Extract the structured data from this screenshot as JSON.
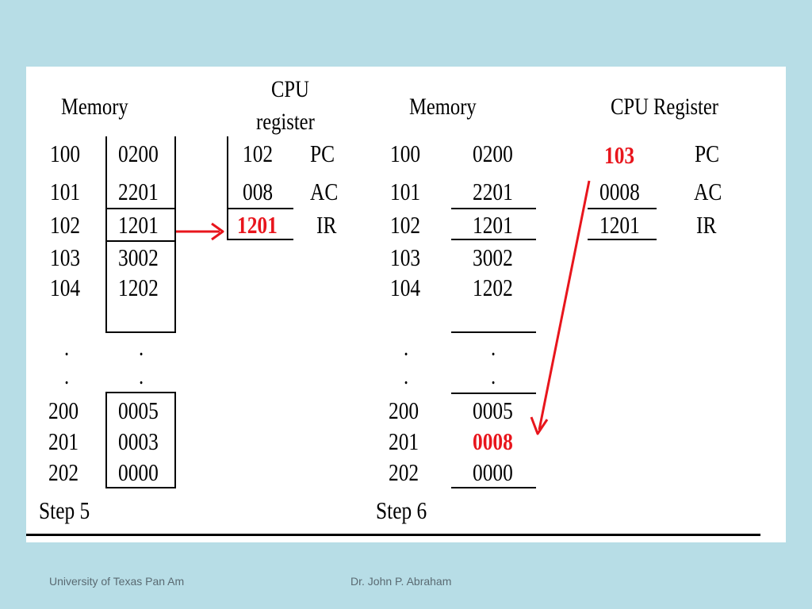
{
  "step5": {
    "memory_title": "Memory",
    "cpu_title_line1": "CPU",
    "cpu_title_line2": "register",
    "memory_rows": [
      {
        "addr": "100",
        "value": "0200"
      },
      {
        "addr": "101",
        "value": "2201"
      },
      {
        "addr": "102",
        "value": "1201"
      },
      {
        "addr": "103",
        "value": "3002"
      },
      {
        "addr": "104",
        "value": "1202"
      },
      {
        "addr": "200",
        "value": "0005"
      },
      {
        "addr": "201",
        "value": "0003"
      },
      {
        "addr": "202",
        "value": "0000"
      }
    ],
    "ellipsis": ".",
    "registers": [
      {
        "value": "102",
        "name": "PC"
      },
      {
        "value": "008",
        "name": "AC"
      },
      {
        "value": "1201",
        "name": "IR"
      }
    ],
    "label": "Step 5"
  },
  "step6": {
    "memory_title": "Memory",
    "cpu_title": "CPU Register",
    "memory_rows": [
      {
        "addr": "100",
        "value": "0200"
      },
      {
        "addr": "101",
        "value": "2201"
      },
      {
        "addr": "102",
        "value": "1201"
      },
      {
        "addr": "103",
        "value": "3002"
      },
      {
        "addr": "104",
        "value": "1202"
      },
      {
        "addr": "200",
        "value": "0005"
      },
      {
        "addr": "201",
        "value": "0008"
      },
      {
        "addr": "202",
        "value": "0000"
      }
    ],
    "ellipsis": ".",
    "registers": [
      {
        "value": "103",
        "name": "PC"
      },
      {
        "value": "0008",
        "name": "AC"
      },
      {
        "value": "1201",
        "name": "IR"
      }
    ],
    "label": "Step 6"
  },
  "footer": {
    "left": "University of Texas Pan Am",
    "center": "Dr. John P. Abraham"
  },
  "colors": {
    "background": "#b7dde6",
    "highlight": "#e8151c",
    "arrow": "#e8151c"
  }
}
